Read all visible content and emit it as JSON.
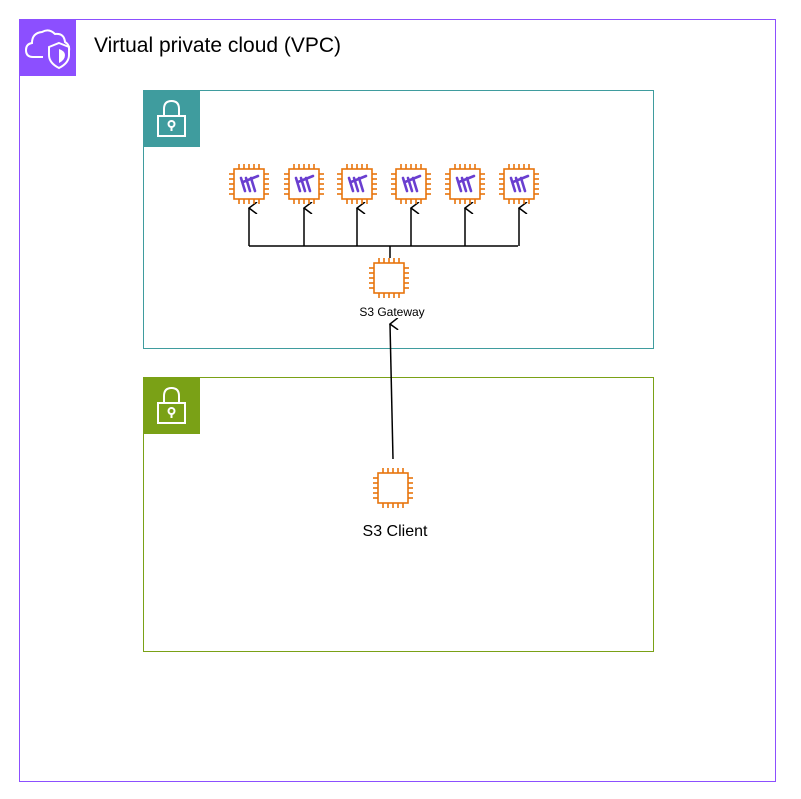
{
  "vpc": {
    "title": "Virtual private cloud (VPC)",
    "border_color": "#8c4fff",
    "icon": "vpc-cloud-shield-icon"
  },
  "private_subnet": {
    "color": "#3f9c9e",
    "icon": "lock-icon",
    "storage_nodes": [
      {
        "icon": "storage-node-chip-icon"
      },
      {
        "icon": "storage-node-chip-icon"
      },
      {
        "icon": "storage-node-chip-icon"
      },
      {
        "icon": "storage-node-chip-icon"
      },
      {
        "icon": "storage-node-chip-icon"
      },
      {
        "icon": "storage-node-chip-icon"
      }
    ],
    "gateway": {
      "label": "S3 Gateway",
      "icon": "ec2-instance-icon"
    }
  },
  "public_subnet": {
    "color": "#7aa116",
    "icon": "lock-icon",
    "client": {
      "label": "S3 Client",
      "icon": "ec2-instance-icon"
    }
  },
  "colors": {
    "instance_orange": "#e7740d",
    "node_logo_purple": "#6a3fd0"
  }
}
